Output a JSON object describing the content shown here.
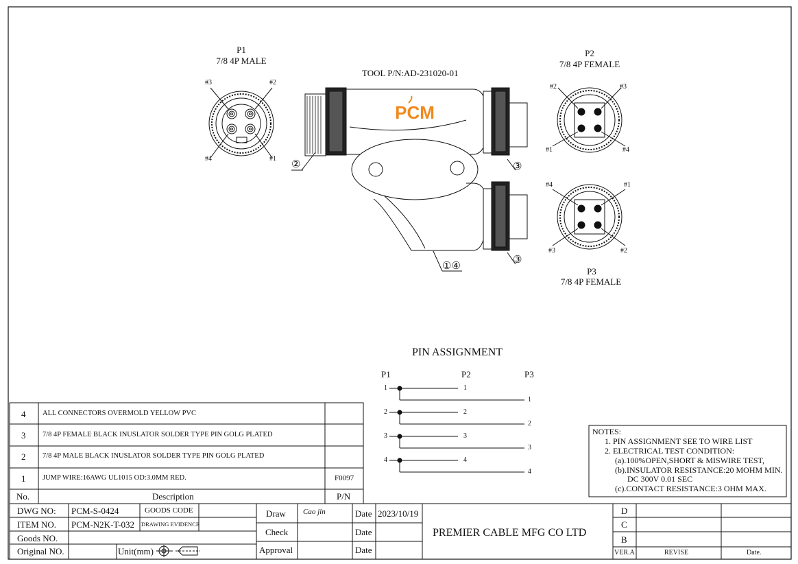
{
  "views": {
    "p1": {
      "name": "P1",
      "desc": "7/8 4P MALE",
      "pins": [
        "#3",
        "#2",
        "#4",
        "#1"
      ]
    },
    "p2": {
      "name": "P2",
      "desc": "7/8 4P FEMALE",
      "pins": [
        "#2",
        "#3",
        "#1",
        "#4"
      ]
    },
    "p3": {
      "name": "P3",
      "desc": "7/8 4P FEMALE",
      "pins": [
        "#4",
        "#1",
        "#3",
        "#2"
      ]
    },
    "tool_pn": "TOOL P/N:AD-231020-01",
    "logo": "PCM",
    "callouts": {
      "c2": "②",
      "c3a": "③",
      "c3b": "③",
      "c14": "①④"
    }
  },
  "pin_assignment": {
    "title": "PIN   ASSIGNMENT",
    "headers": [
      "P1",
      "P2",
      "P3"
    ],
    "rows": [
      {
        "p1": "1",
        "p2": "1",
        "p3": "1"
      },
      {
        "p1": "2",
        "p2": "2",
        "p3": "2"
      },
      {
        "p1": "3",
        "p2": "3",
        "p3": "3"
      },
      {
        "p1": "4",
        "p2": "4",
        "p3": "4"
      }
    ]
  },
  "notes": {
    "title": "NOTES:",
    "lines": [
      "1.  PIN ASSIGNMENT SEE TO WIRE LIST",
      "2.  ELECTRICAL TEST CONDITION:",
      "(a).100%OPEN,SHORT & MISWIRE TEST,",
      "(b).INSULATOR RESISTANCE:20 MOHM MIN.",
      "DC 300V 0.01 SEC",
      "(c).CONTACT RESISTANCE:3 OHM MAX."
    ]
  },
  "bom": {
    "rows": [
      {
        "no": "4",
        "desc": "ALL CONNECTORS OVERMOLD YELLOW PVC",
        "pn": ""
      },
      {
        "no": "3",
        "desc": "7/8 4P FEMALE BLACK INUSLATOR SOLDER TYPE PIN GOLG PLATED",
        "pn": ""
      },
      {
        "no": "2",
        "desc": "7/8 4P MALE BLACK INUSLATOR SOLDER TYPE PIN GOLG PLATED",
        "pn": ""
      },
      {
        "no": "1",
        "desc": "JUMP WIRE:16AWG UL1015 OD:3.0MM RED.",
        "pn": "F0097"
      }
    ],
    "header": {
      "no": "No.",
      "desc": "Description",
      "pn": "P/N"
    }
  },
  "title_block": {
    "dwg_label": "DWG NO:",
    "dwg_value": "PCM-S-0424",
    "goods_code": "GOODS CODE",
    "item_label": "ITEM NO.",
    "item_value": "PCM-N2K-T-032",
    "drawing_evidence": "DRAWING EVIDENCE",
    "goods_no": "Goods NO.",
    "original_no": "Original NO.",
    "unit": "Unit(mm)",
    "draw": "Draw",
    "draw_sign": "Cao jin",
    "check": "Check",
    "approval": "Approval",
    "date": "Date",
    "date_value": "2023/10/19",
    "company": "PREMIER CABLE MFG CO LTD",
    "rev_letters": [
      "D",
      "C",
      "B"
    ],
    "ver": "VER.A",
    "revise": "REVISE",
    "rev_date": "Date."
  }
}
